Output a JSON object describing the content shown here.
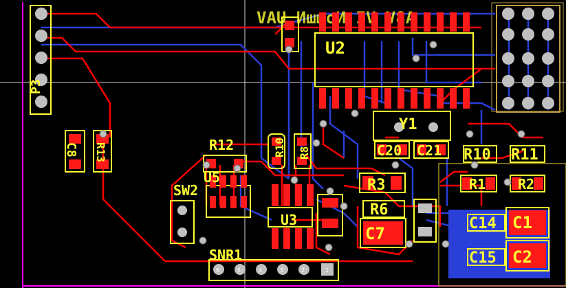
{
  "board": {
    "mirrored_title": "VAU ИшшоИ IV V8А",
    "colors": {
      "background": "#000000",
      "top_copper": "#ff0000",
      "bottom_copper": "#2a3fd8",
      "silkscreen": "#ffff33",
      "pad": "#ff1a1a",
      "board_outline": "#ff00ff",
      "via": "#c0c0c0"
    }
  },
  "components": {
    "p3": "P3",
    "u2": "U2",
    "y1": "Y1",
    "c8": "C8",
    "r13": "R13",
    "r12": "R12",
    "r10a": "R10",
    "r8": "R8",
    "u5": "U5",
    "sw2": "SW2",
    "u3": "U3",
    "r3": "R3",
    "r6": "R6",
    "c7": "C7",
    "c20": "C20",
    "c21": "C21",
    "r10b": "R10",
    "r11": "R11",
    "r1": "R1",
    "r2": "R2",
    "c14": "C14",
    "c1": "C1",
    "c15": "C15",
    "c2": "C2",
    "snr1": "SNR1"
  },
  "pins": {
    "snr": [
      "6",
      "5",
      "4",
      "3",
      "2",
      "1"
    ]
  }
}
